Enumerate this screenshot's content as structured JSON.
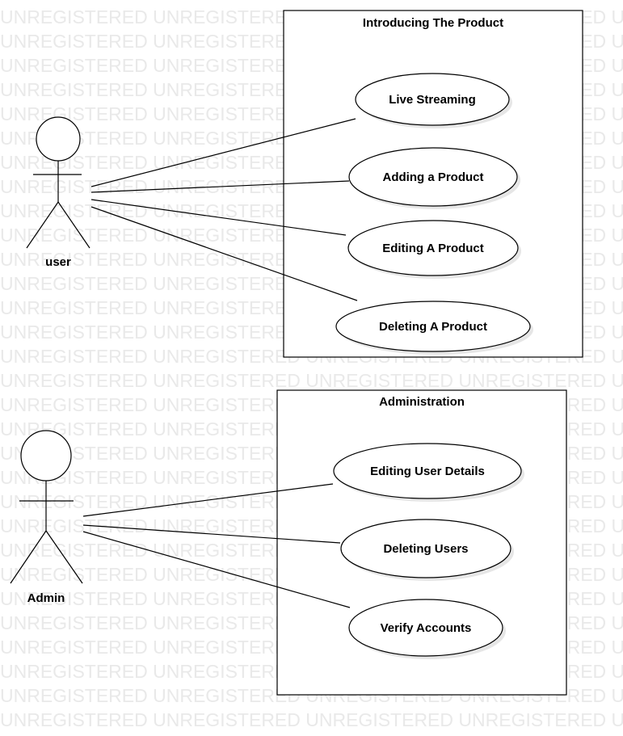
{
  "watermark": {
    "text": "UNREGISTERED",
    "color": "#e9e9e9"
  },
  "actors": [
    {
      "id": "user",
      "label": "user"
    },
    {
      "id": "admin",
      "label": "Admin"
    }
  ],
  "boundaries": [
    {
      "id": "product",
      "title": "Introducing The Product",
      "use_cases": [
        {
          "label": "Live Streaming"
        },
        {
          "label": "Adding a Product"
        },
        {
          "label": "Editing A Product"
        },
        {
          "label": "Deleting A Product"
        }
      ]
    },
    {
      "id": "administration",
      "title": "Administration",
      "use_cases": [
        {
          "label": "Editing User Details"
        },
        {
          "label": "Deleting Users"
        },
        {
          "label": "Verify Accounts"
        }
      ]
    }
  ],
  "associations": [
    {
      "from": "user",
      "to": "Live Streaming"
    },
    {
      "from": "user",
      "to": "Adding a Product"
    },
    {
      "from": "user",
      "to": "Editing A Product"
    },
    {
      "from": "user",
      "to": "Deleting A Product"
    },
    {
      "from": "admin",
      "to": "Editing User Details"
    },
    {
      "from": "admin",
      "to": "Deleting Users"
    },
    {
      "from": "admin",
      "to": "Verify Accounts"
    }
  ]
}
